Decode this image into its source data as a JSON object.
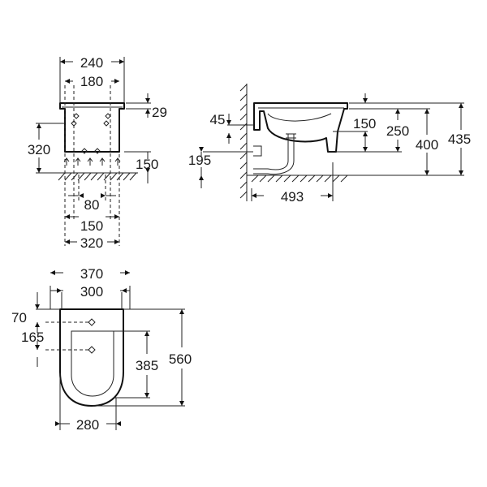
{
  "front_view": {
    "dims": {
      "w240": "240",
      "w180": "180",
      "h29": "29",
      "h320": "320",
      "h150": "150",
      "w80": "80",
      "w150": "150",
      "w320": "320"
    }
  },
  "side_view": {
    "dims": {
      "h45": "45",
      "h150": "150",
      "h250": "250",
      "h400": "400",
      "h435": "435",
      "h195": "195",
      "w493": "493"
    }
  },
  "top_view": {
    "dims": {
      "w370": "370",
      "w300": "300",
      "d70": "70",
      "d165": "165",
      "h385": "385",
      "h560": "560",
      "w280": "280"
    }
  }
}
